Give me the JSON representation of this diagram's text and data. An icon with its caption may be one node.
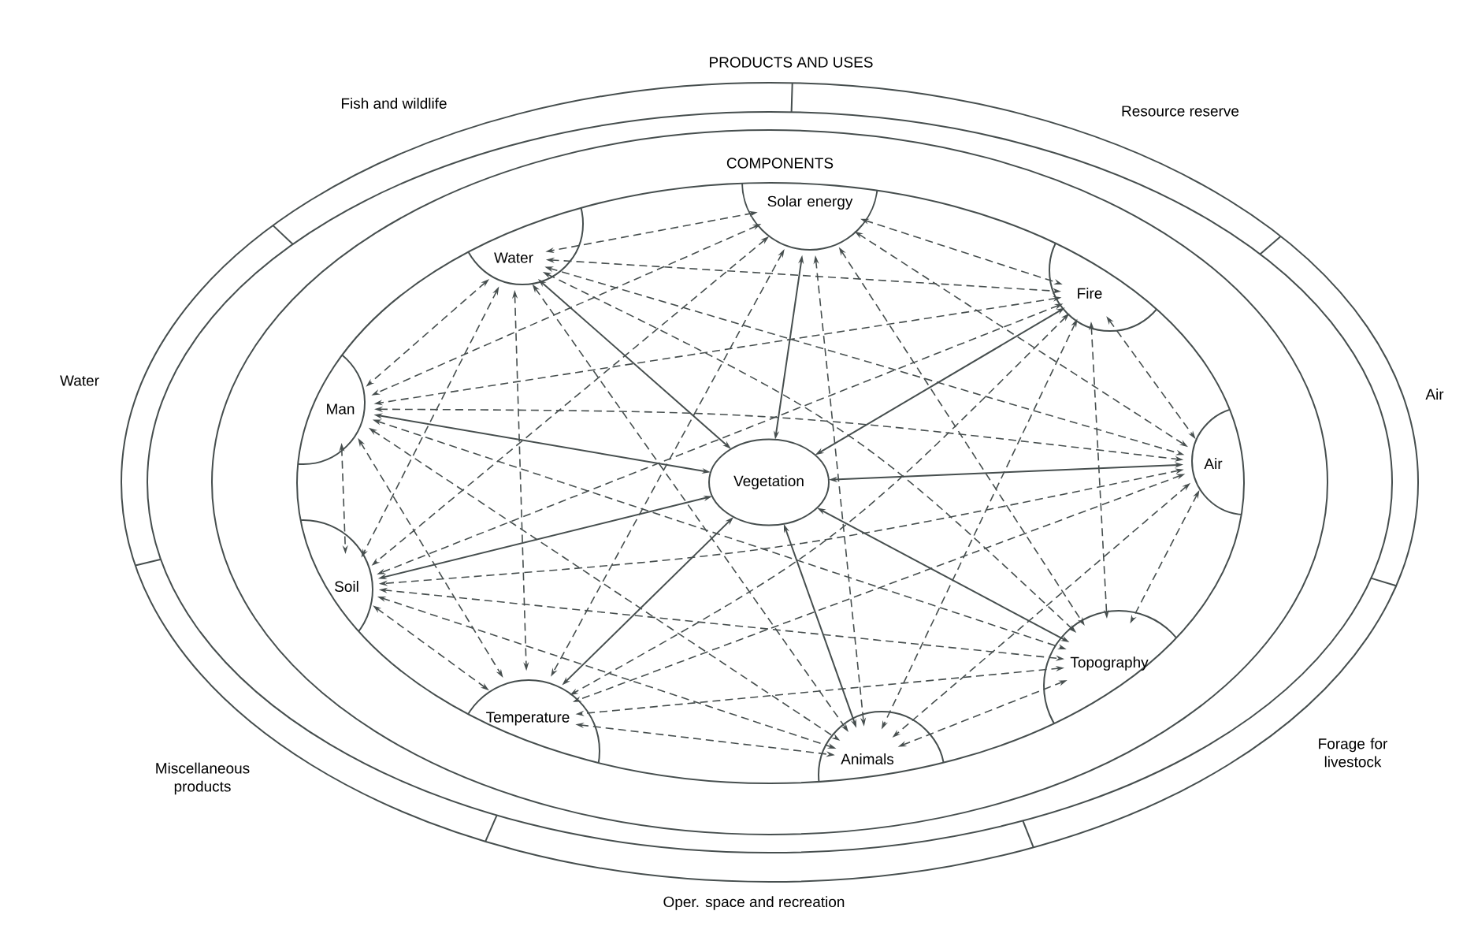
{
  "diagram": {
    "nodes": [
      {
        "text": [
          "Solar energy"
        ]
      },
      {
        "text": [
          "Water"
        ]
      },
      {
        "text": [
          "Fire"
        ]
      },
      {
        "text": [
          "Man"
        ]
      },
      {
        "text": [
          "Air"
        ]
      },
      {
        "text": [
          "Vegetation"
        ]
      },
      {
        "text": [
          "Soil"
        ]
      },
      {
        "text": [
          "Topography"
        ]
      },
      {
        "text": [
          "Temperature"
        ]
      },
      {
        "text": [
          "Animals"
        ]
      }
    ],
    "edges": [
      {
        "from": 5,
        "to": 0,
        "arrow": "both"
      },
      {
        "from": 5,
        "to": 1,
        "arrow": "both"
      },
      {
        "from": 5,
        "to": 2,
        "arrow": "both"
      },
      {
        "from": 5,
        "to": 3,
        "arrow": "both"
      },
      {
        "from": 5,
        "to": 4,
        "arrow": "both"
      },
      {
        "from": 5,
        "to": 6,
        "arrow": "both"
      },
      {
        "from": 5,
        "to": 7,
        "arrow": "both"
      },
      {
        "from": 5,
        "to": 8,
        "arrow": "both"
      },
      {
        "from": 5,
        "to": 9,
        "arrow": "both"
      },
      {
        "from": 0,
        "to": 1,
        "arrow": "both",
        "style": "dashed"
      },
      {
        "from": 0,
        "to": 2,
        "arrow": "both",
        "style": "dashed"
      },
      {
        "from": 0,
        "to": 3,
        "arrow": "both",
        "style": "dashed"
      },
      {
        "from": 0,
        "to": 4,
        "arrow": "both",
        "style": "dashed"
      },
      {
        "from": 0,
        "to": 6,
        "arrow": "both",
        "style": "dashed"
      },
      {
        "from": 0,
        "to": 7,
        "arrow": "both",
        "style": "dashed"
      },
      {
        "from": 0,
        "to": 8,
        "arrow": "both",
        "style": "dashed"
      },
      {
        "from": 0,
        "to": 9,
        "arrow": "both",
        "style": "dashed"
      },
      {
        "from": 1,
        "to": 2,
        "arrow": "both",
        "style": "dashed"
      },
      {
        "from": 1,
        "to": 3,
        "arrow": "both",
        "style": "dashed"
      },
      {
        "from": 1,
        "to": 4,
        "arrow": "both",
        "style": "dashed"
      },
      {
        "from": 1,
        "to": 6,
        "arrow": "both",
        "style": "dashed"
      },
      {
        "from": 1,
        "to": 7,
        "arrow": "both",
        "style": "dashed"
      },
      {
        "from": 1,
        "to": 8,
        "arrow": "both",
        "style": "dashed"
      },
      {
        "from": 1,
        "to": 9,
        "arrow": "both",
        "style": "dashed"
      },
      {
        "from": 2,
        "to": 3,
        "arrow": "both",
        "style": "dashed"
      },
      {
        "from": 2,
        "to": 4,
        "arrow": "both",
        "style": "dashed"
      },
      {
        "from": 2,
        "to": 6,
        "arrow": "both",
        "style": "dashed"
      },
      {
        "from": 2,
        "to": 7,
        "arrow": "both",
        "style": "dashed"
      },
      {
        "from": 2,
        "to": 8,
        "arrow": "both",
        "style": "dashed"
      },
      {
        "from": 2,
        "to": 9,
        "arrow": "both",
        "style": "dashed"
      },
      {
        "from": 3,
        "to": 4,
        "arrow": "both",
        "style": "dashed"
      },
      {
        "from": 3,
        "to": 6,
        "arrow": "both",
        "style": "dashed"
      },
      {
        "from": 3,
        "to": 7,
        "arrow": "both",
        "style": "dashed"
      },
      {
        "from": 3,
        "to": 8,
        "arrow": "both",
        "style": "dashed"
      },
      {
        "from": 3,
        "to": 9,
        "arrow": "both",
        "style": "dashed"
      },
      {
        "from": 4,
        "to": 6,
        "arrow": "both",
        "style": "dashed"
      },
      {
        "from": 4,
        "to": 7,
        "arrow": "both",
        "style": "dashed"
      },
      {
        "from": 4,
        "to": 8,
        "arrow": "both",
        "style": "dashed"
      },
      {
        "from": 4,
        "to": 9,
        "arrow": "both",
        "style": "dashed"
      },
      {
        "from": 6,
        "to": 7,
        "arrow": "both",
        "style": "dashed"
      },
      {
        "from": 6,
        "to": 8,
        "arrow": "both",
        "style": "dashed"
      },
      {
        "from": 6,
        "to": 9,
        "arrow": "both",
        "style": "dashed"
      },
      {
        "from": 7,
        "to": 8,
        "arrow": "both",
        "style": "dashed"
      },
      {
        "from": 7,
        "to": 9,
        "arrow": "both",
        "style": "dashed"
      },
      {
        "from": 8,
        "to": 9,
        "arrow": "both",
        "style": "dashed"
      }
    ],
    "labels": [
      "PRODUCTS AND USES",
      "Fish and wildlife",
      "Resource reserve",
      "COMPONENTS",
      "Water",
      "Air",
      "Miscellaneous products",
      "Forage for livestock",
      "Oper. space and recreation"
    ]
  }
}
